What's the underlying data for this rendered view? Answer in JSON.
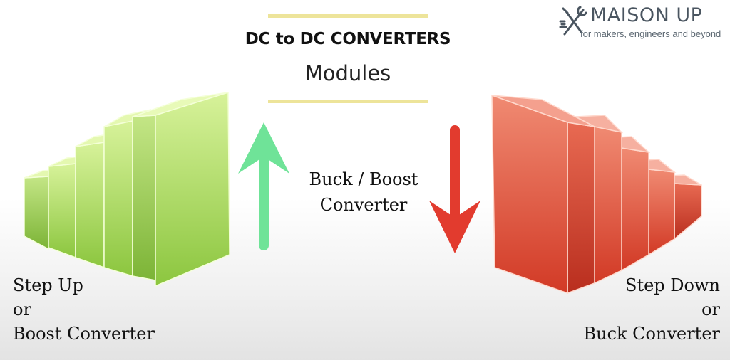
{
  "header": {
    "title": "DC to DC CONVERTERS",
    "subtitle": "Modules"
  },
  "logo": {
    "name": "MAISON UP",
    "tagline": "for makers, engineers and beyond",
    "icon": "wrench-screwdriver-icon"
  },
  "center": {
    "line1": "Buck / Boost",
    "line2": "Converter"
  },
  "step_up": {
    "line1": "Step Up",
    "line2": "or",
    "line3": "Boost Converter",
    "color": "#9ed25a",
    "arrow_color": "#6fe398"
  },
  "step_down": {
    "line1": "Step Down",
    "line2": "or",
    "line3": "Buck Converter",
    "color": "#e04a36",
    "arrow_color": "#e23b2e"
  },
  "accent_rule_color": "#ede49a"
}
